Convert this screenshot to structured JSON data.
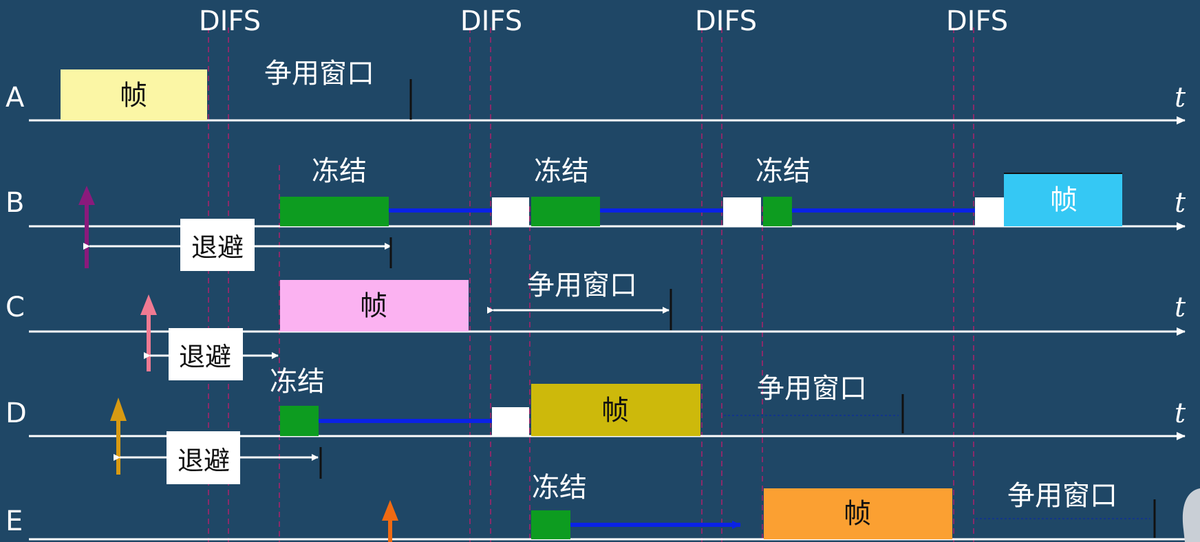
{
  "difs_labels": [
    "DIFS",
    "DIFS",
    "DIFS",
    "DIFS"
  ],
  "row_labels": [
    "A",
    "B",
    "C",
    "D",
    "E"
  ],
  "time_label": "t",
  "frame_label": "帧",
  "freeze_label": "冻结",
  "contention_label": "争用窗口",
  "backoff_label": "退避",
  "colors": {
    "background": "#1f4766",
    "frame_A": "#fbf6a5",
    "frame_B": "#35c8f4",
    "frame_C": "#fbb2f1",
    "frame_D": "#cdb90b",
    "frame_E": "#fba032",
    "freeze": "#0d9c20",
    "arrow": "#0a22e6",
    "arrival_B": "#8a1a7c",
    "arrival_C": "#f07a92",
    "arrival_D": "#d89a12",
    "arrival_E": "#f06a12"
  }
}
